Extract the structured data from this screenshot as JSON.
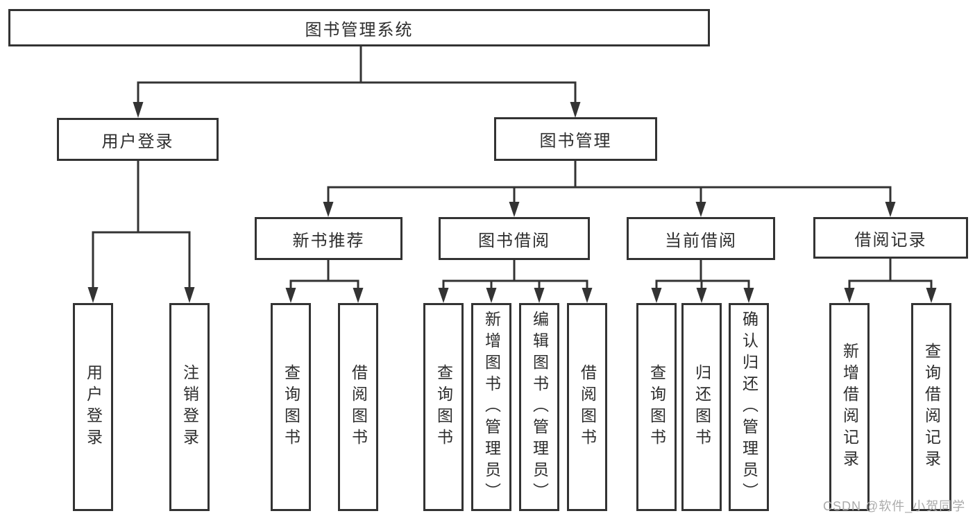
{
  "tree": {
    "root": {
      "label": "图书管理系统"
    },
    "branches": [
      {
        "label": "用户登录",
        "children": [
          {
            "label": "用户登录"
          },
          {
            "label": "注销登录"
          }
        ]
      },
      {
        "label": "图书管理",
        "groups": [
          {
            "label": "新书推荐",
            "children": [
              {
                "label": "查询图书"
              },
              {
                "label": "借阅图书"
              }
            ]
          },
          {
            "label": "图书借阅",
            "children": [
              {
                "label": "查询图书"
              },
              {
                "label": "新增图书（管理员）"
              },
              {
                "label": "编辑图书（管理员）"
              },
              {
                "label": "借阅图书"
              }
            ]
          },
          {
            "label": "当前借阅",
            "children": [
              {
                "label": "查询图书"
              },
              {
                "label": "归还图书"
              },
              {
                "label": "确认归还（管理员）"
              }
            ]
          },
          {
            "label": "借阅记录",
            "children": [
              {
                "label": "新增借阅记录"
              },
              {
                "label": "查询借阅记录"
              }
            ]
          }
        ]
      }
    ]
  },
  "watermark": {
    "text": "CSDN @软件_小贺同学"
  },
  "colors": {
    "line": "#333333",
    "text": "#2d2d2d",
    "background": "#ffffff",
    "watermark": "#ababab"
  }
}
